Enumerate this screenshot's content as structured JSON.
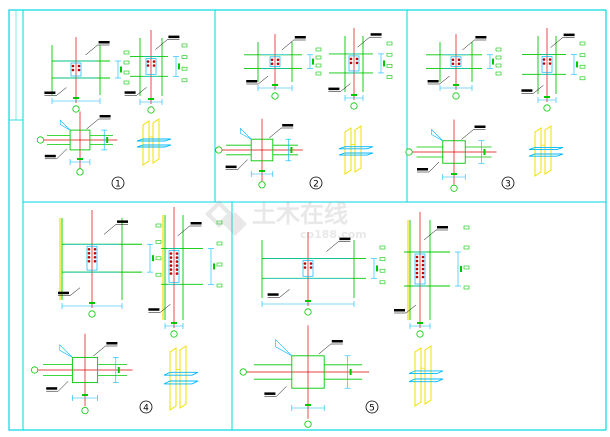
{
  "sheet": {
    "panels": [
      {
        "id": "panel-1",
        "number": "1"
      },
      {
        "id": "panel-2",
        "number": "2"
      },
      {
        "id": "panel-3",
        "number": "3"
      },
      {
        "id": "panel-4",
        "number": "4"
      },
      {
        "id": "panel-5",
        "number": "5"
      }
    ]
  },
  "watermark": {
    "cn": "土木在线",
    "en": "co188.com"
  },
  "colors": {
    "frame": "#00d8e0",
    "steel": "#00c800",
    "centerline": "#e00000",
    "column": "#f0e000",
    "dimension": "#00b8ff",
    "annotation": "#000000",
    "bolt": "#c00000"
  }
}
